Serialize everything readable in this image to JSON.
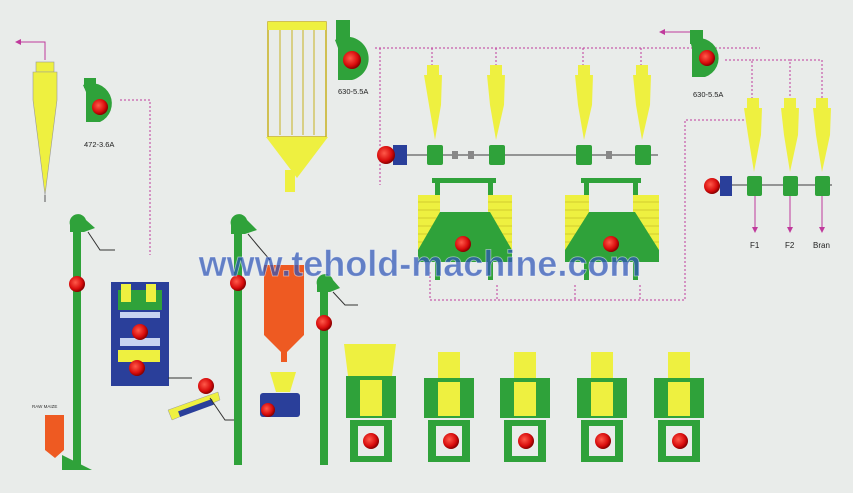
{
  "watermark": "www.tehold-machine.com",
  "labels": {
    "fan_left": "472-3.6A",
    "fan_top": "630-5.5A",
    "fan_right": "630-5.5A",
    "raw_input": "RAW MAIZE",
    "outlet_f1": "F1",
    "outlet_f2": "F2",
    "outlet_bran": "Bran"
  },
  "colors": {
    "background": "#e9ecea",
    "machine_green": "#2fa23a",
    "cyclone_yellow": "#eef040",
    "motor_red": "#e01010",
    "pipe_pink": "#c03a9c",
    "motor_blue": "#2a3f9a",
    "silo_orange": "#ee5a22",
    "watermark_blue": "#2e55b8"
  }
}
